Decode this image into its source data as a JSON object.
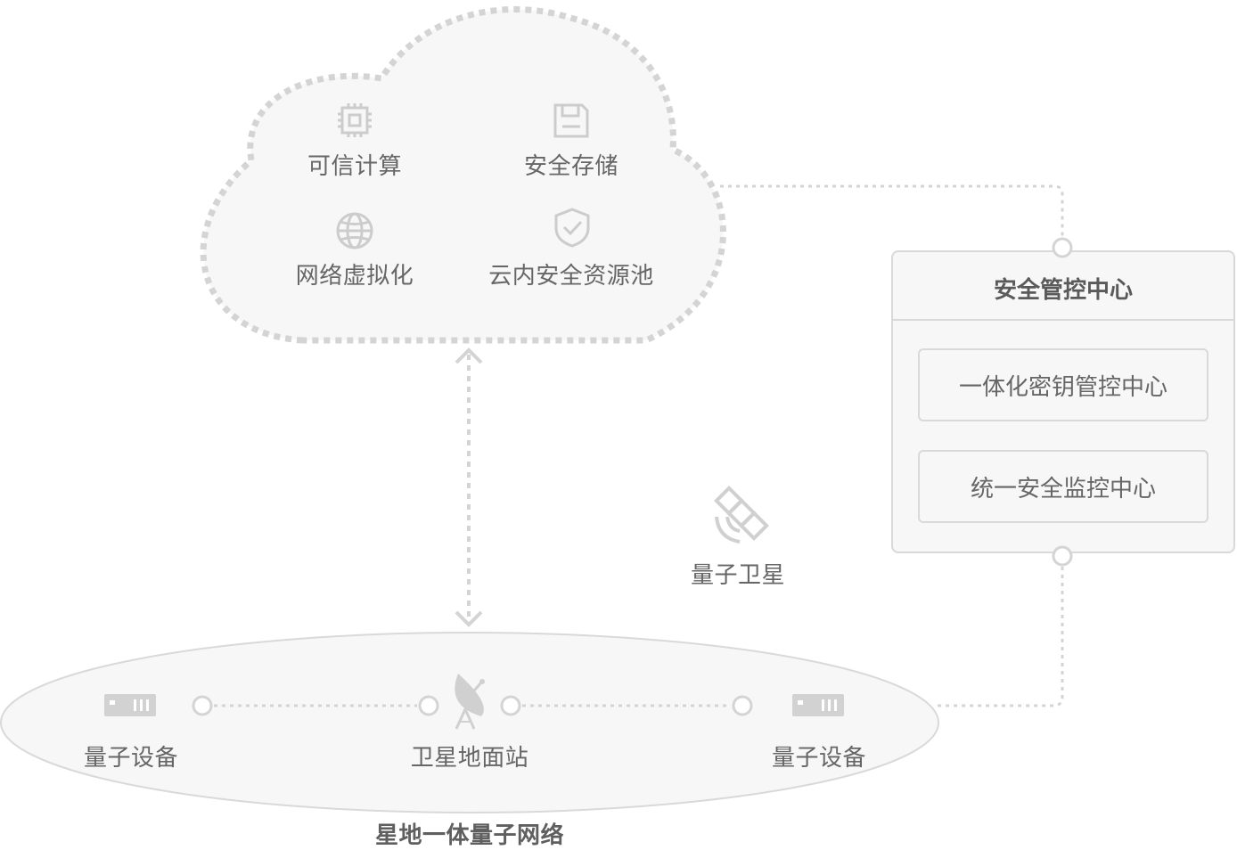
{
  "cloud": {
    "items": [
      {
        "label": "可信计算",
        "icon": "chip-icon"
      },
      {
        "label": "安全存储",
        "icon": "floppy-disk-icon"
      },
      {
        "label": "网络虚拟化",
        "icon": "globe-icon"
      },
      {
        "label": "云内安全资源池",
        "icon": "shield-check-icon"
      }
    ]
  },
  "control_center": {
    "title": "安全管控中心",
    "items": [
      "一体化密钥管控中心",
      "统一安全监控中心"
    ]
  },
  "satellite": {
    "label": "量子卫星",
    "icon": "satellite-icon"
  },
  "network": {
    "title": "星地一体量子网络",
    "left_device": "量子设备",
    "ground_station": "卫星地面站",
    "right_device": "量子设备"
  },
  "colors": {
    "stroke": "#d6d6d6",
    "fill": "#f7f7f7",
    "text": "#666666",
    "icon": "#cccccc"
  }
}
